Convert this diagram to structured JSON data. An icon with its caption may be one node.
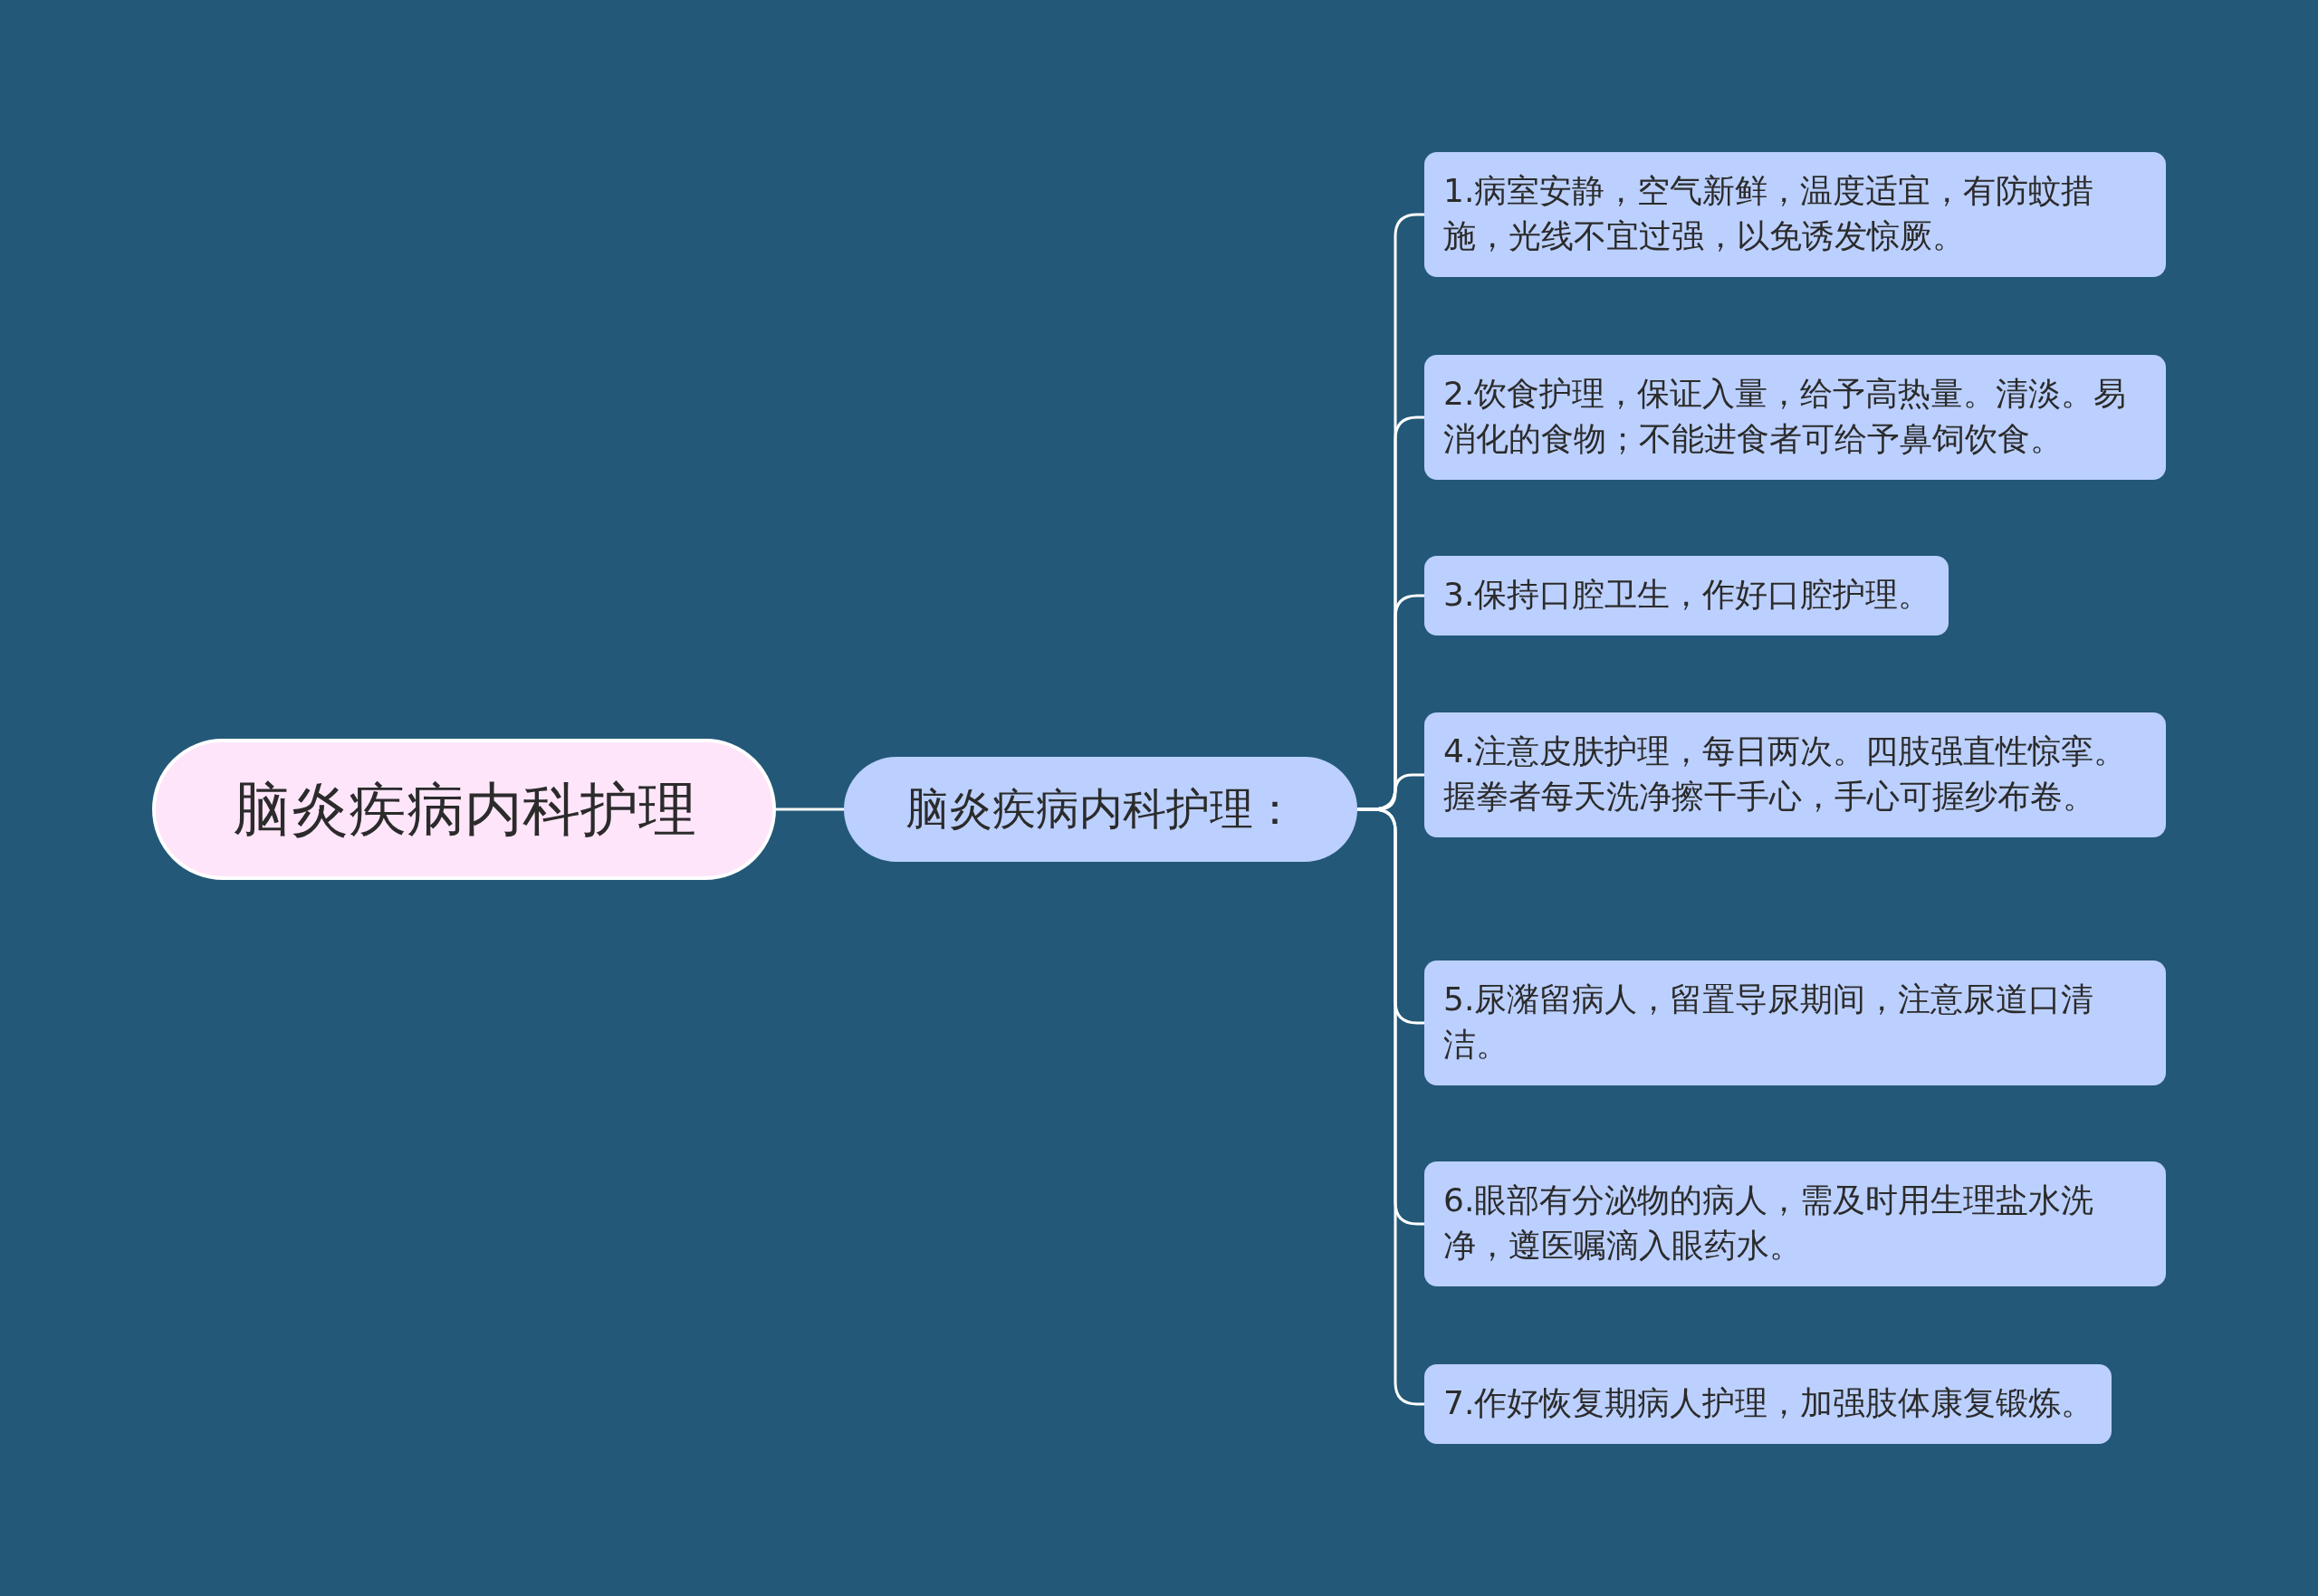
{
  "diagram": {
    "nodes": [
      {
        "text": [
          "脑炎疾病内科护理"
        ]
      },
      {
        "text": [
          "脑炎疾病内科护理："
        ]
      },
      {
        "text": [
          "1.病室安静，空气新鲜，温度适宜，有防蚊措施，光线不宜过强，以免诱发惊厥。"
        ]
      },
      {
        "text": [
          "2.饮食护理，保证入量，给予高热量。清淡。易消化的食物；不能进食者可给予鼻饲饮食。"
        ]
      },
      {
        "text": [
          "3.保持口腔卫生，作好口腔护理。"
        ]
      },
      {
        "text": [
          "4.注意皮肤护理，每日两次。四肢强直性惊挛。握拳者每天洗净擦干手心，手心可握纱布卷。"
        ]
      },
      {
        "text": [
          "5.尿潴留病人，留置导尿期间，注意尿道口清洁。"
        ]
      },
      {
        "text": [
          "6.眼部有分泌物的病人，需及时用生理盐水洗净，遵医嘱滴入眼药水。"
        ]
      },
      {
        "text": [
          "7.作好恢复期病人护理，加强肢体康复锻炼。"
        ]
      }
    ],
    "edges": [
      {
        "from": 0,
        "to": 1,
        "arrow": "none"
      },
      {
        "from": 1,
        "to": 2,
        "arrow": "none"
      },
      {
        "from": 1,
        "to": 3,
        "arrow": "none"
      },
      {
        "from": 1,
        "to": 4,
        "arrow": "none"
      },
      {
        "from": 1,
        "to": 5,
        "arrow": "none"
      },
      {
        "from": 1,
        "to": 6,
        "arrow": "none"
      },
      {
        "from": 1,
        "to": 7,
        "arrow": "none"
      },
      {
        "from": 1,
        "to": 8,
        "arrow": "none"
      }
    ]
  }
}
